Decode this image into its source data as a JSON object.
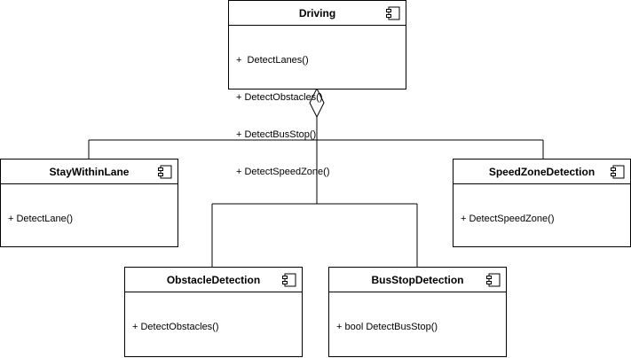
{
  "diagram": {
    "components": {
      "driving": {
        "title": "Driving",
        "operations": [
          "+  DetectLanes()",
          "+ DetectObstacles()",
          "+ DetectBusStop()",
          "+ DetectSpeedZone()"
        ]
      },
      "stay_within_lane": {
        "title": "StayWithinLane",
        "operations": [
          "+ DetectLane()"
        ]
      },
      "speed_zone_detection": {
        "title": "SpeedZoneDetection",
        "operations": [
          "+ DetectSpeedZone()"
        ]
      },
      "obstacle_detection": {
        "title": "ObstacleDetection",
        "operations": [
          "+ DetectObstacles()"
        ]
      },
      "bus_stop_detection": {
        "title": "BusStopDetection",
        "operations": [
          "+ bool DetectBusStop()"
        ]
      }
    },
    "relationship": "aggregation",
    "icon": "component-icon",
    "line_color": "#000000"
  }
}
